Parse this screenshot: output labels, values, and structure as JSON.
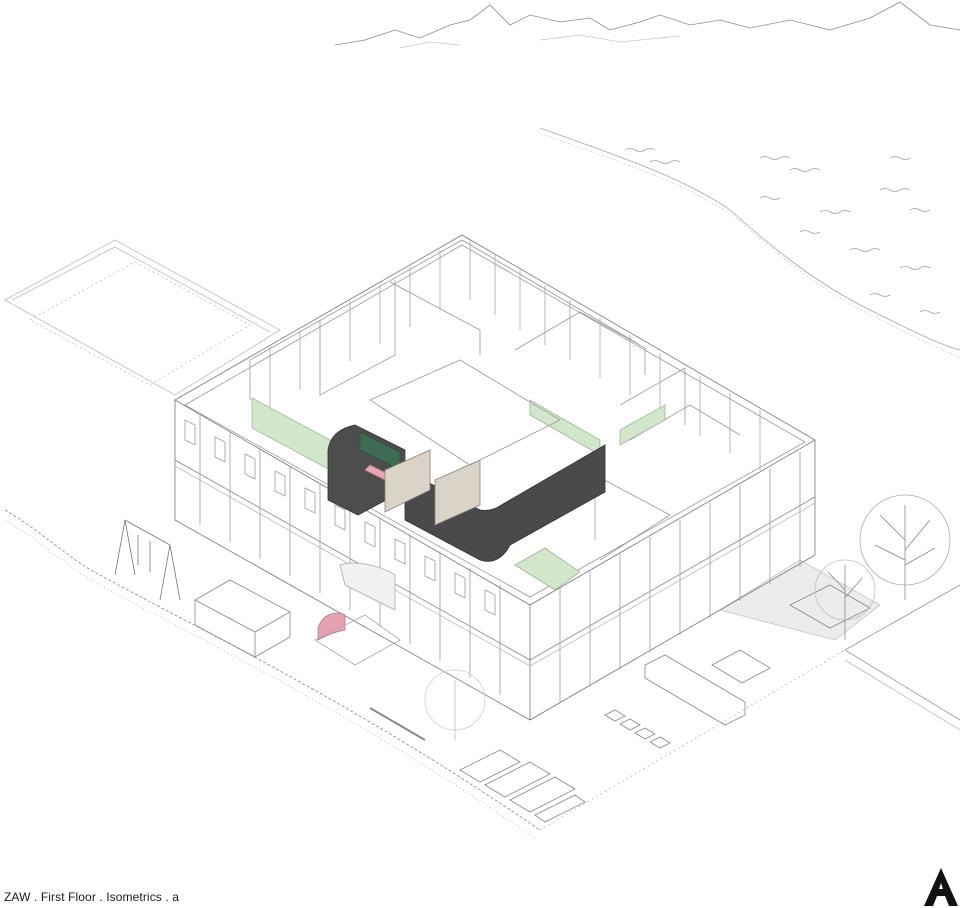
{
  "caption": "ZAW . First Floor . Isometrics . a",
  "logo": {
    "icon": "archdaily-a-logo",
    "letter": "A"
  },
  "colors": {
    "line": "#7a7a7a",
    "light_line": "#b9b9b9",
    "green_accent": "#cfe3c8",
    "core_dark": "#4a4a4a",
    "core_green": "#3f6b52",
    "pink_accent": "#e9a7b5",
    "beige_floor": "#d9d3c8",
    "ground_grey": "#eaeaea"
  }
}
